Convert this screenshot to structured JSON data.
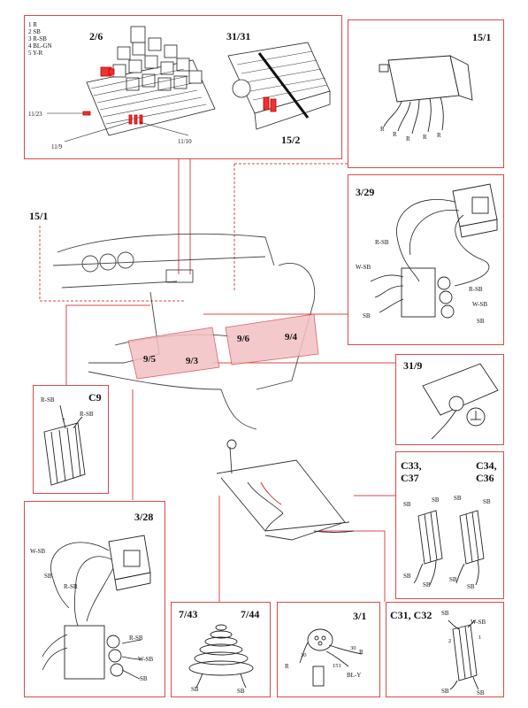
{
  "legend": [
    "1 R",
    "2 SB",
    "3 R-SB",
    "4 BL-GN",
    "5 Y-R"
  ],
  "top_panel": {
    "ref_a": "2/6",
    "ref_b": "31/31",
    "ref_c": "15/2",
    "ref_d": "11/23",
    "ref_e": "11/9",
    "ref_f": "11/10"
  },
  "relay_panel": {
    "title": "15/1",
    "wires": [
      "R",
      "R",
      "R",
      "R",
      "R"
    ]
  },
  "side_label": "15/1",
  "seat_switch_panel": {
    "title": "3/29",
    "wires": {
      "r_sb_top": "R-SB",
      "w_sb": "W-SB",
      "sb_left": "SB",
      "r_sb_right": "R-SB",
      "w_sb_right": "W-SB",
      "sb_right": "SB"
    }
  },
  "floor_areas": [
    "9/5",
    "9/3",
    "9/6",
    "9/4"
  ],
  "ground_panel": {
    "title": "31/9"
  },
  "c9_panel": {
    "title": "C9",
    "wires": [
      "R-SB",
      "R-SB"
    ],
    "pins": [
      "8",
      "7"
    ]
  },
  "connector_panel": {
    "title_left": "C33,",
    "title_left2": "C37",
    "title_right": "C34,",
    "title_right2": "C36",
    "wires": [
      "SB",
      "SB",
      "SB",
      "SB",
      "SB",
      "SB",
      "SB",
      "SB"
    ]
  },
  "switch_panel_328": {
    "title": "3/28",
    "wires": {
      "w_sb": "W-SB",
      "sb": "SB",
      "r_sb": "R-SB",
      "r_sb_right": "R-SB",
      "w_sb_right": "W-SB",
      "sb_right": "SB"
    }
  },
  "heater_panel": {
    "title_left": "7/43",
    "title_right": "7/44",
    "wires": [
      "SB",
      "SB"
    ]
  },
  "sensor_panel": {
    "title": "3/1",
    "wires": {
      "n30a": "30",
      "r_a": "R",
      "n30b": "30",
      "r_b": "R",
      "n151": "151",
      "bl_y": "BL-Y"
    }
  },
  "c31_panel": {
    "title": "C31, C32",
    "wires": {
      "sb": "SB",
      "w_sb": "W-SB",
      "n2": "2",
      "n1": "1",
      "sb_bottom": "SB",
      "sb_bottom2": "SB"
    }
  }
}
